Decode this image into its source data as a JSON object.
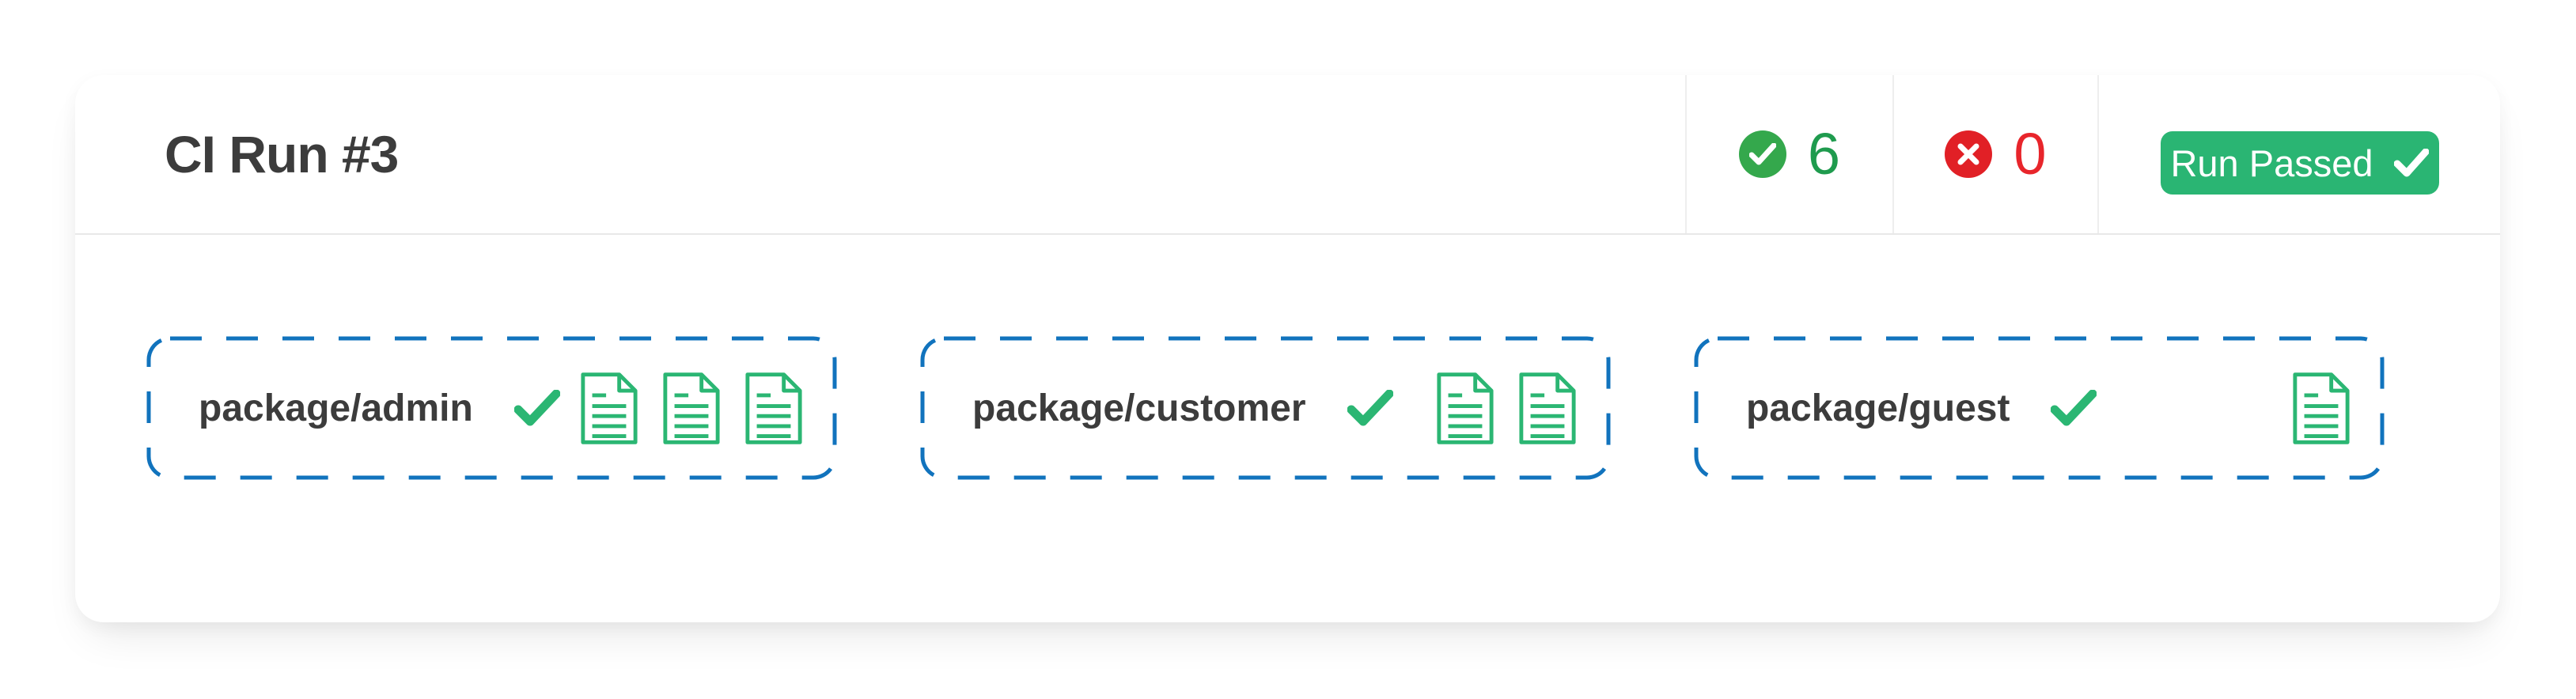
{
  "header": {
    "title": "CI Run #3",
    "passed_count": "6",
    "failed_count": "0",
    "run_button_label": "Run Passed"
  },
  "packages": [
    {
      "name": "package/admin",
      "status": "passed",
      "doc_count": 3
    },
    {
      "name": "package/customer",
      "status": "passed",
      "doc_count": 2
    },
    {
      "name": "package/guest",
      "status": "passed",
      "doc_count": 1
    }
  ],
  "colors": {
    "accent_green": "#2ab573",
    "circle_green": "#34a84c",
    "num_green": "#1f9b4e",
    "circle_red": "#e12026",
    "num_red": "#e8252b",
    "dash_blue": "#1173bd",
    "text_dark": "#3c3c3c"
  }
}
